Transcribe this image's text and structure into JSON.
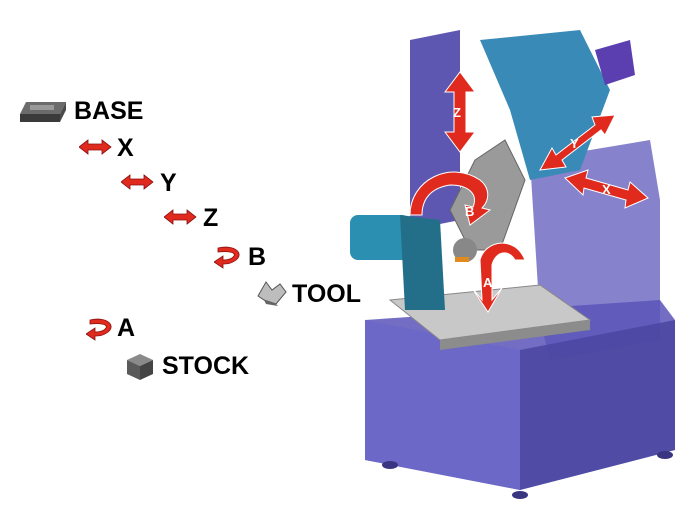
{
  "tree": [
    {
      "label": "BASE",
      "icon": "base-icon"
    },
    {
      "label": "X",
      "icon": "linear-arrow-icon"
    },
    {
      "label": "Y",
      "icon": "linear-arrow-icon"
    },
    {
      "label": "Z",
      "icon": "linear-arrow-icon"
    },
    {
      "label": "B",
      "icon": "rotary-arrow-icon"
    },
    {
      "label": "TOOL",
      "icon": "tool-icon"
    },
    {
      "label": "A",
      "icon": "rotary-arrow-icon"
    },
    {
      "label": "STOCK",
      "icon": "stock-cube-icon"
    }
  ],
  "machine_labels": {
    "z": "Z",
    "y": "Y",
    "x": "X",
    "b": "B",
    "a": "A"
  },
  "colors": {
    "arrow": "#e02a1e",
    "enclosure": "#5a55b8",
    "head": "#2a8fb0",
    "table": "#c8c8c8"
  }
}
